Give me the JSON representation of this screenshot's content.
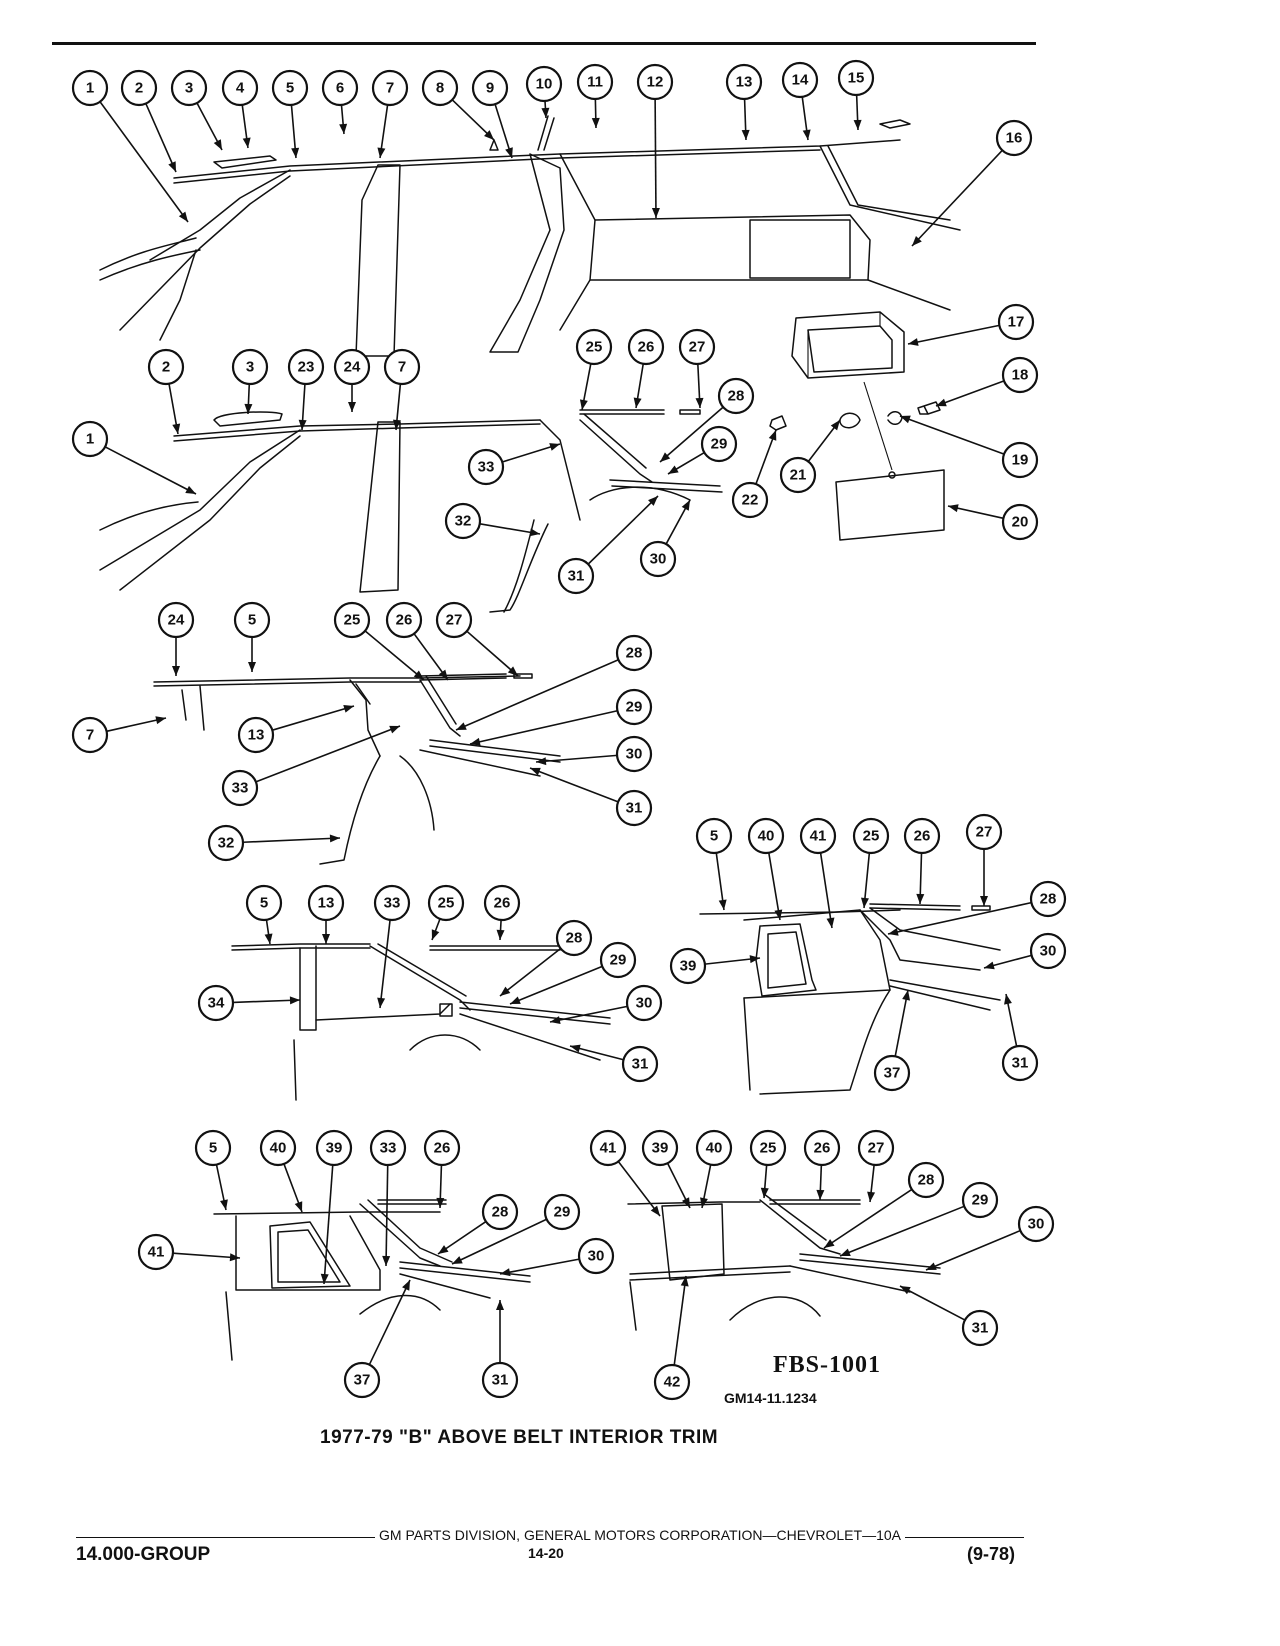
{
  "figure": {
    "code": "FBS-1001",
    "reference": "GM14-11.1234",
    "title": "1977-79 \"B\" ABOVE BELT INTERIOR TRIM"
  },
  "footer": {
    "publisher": "GM PARTS DIVISION, GENERAL MOTORS CORPORATION—CHEVROLET—10A",
    "group": "14.000-GROUP",
    "page": "14-20",
    "date": "(9-78)"
  },
  "views": [
    {
      "id": "view-1",
      "callouts": [
        "1",
        "2",
        "3",
        "4",
        "5",
        "6",
        "7",
        "8",
        "9",
        "10",
        "11",
        "12",
        "13",
        "14",
        "15",
        "16",
        "17",
        "18",
        "19",
        "20",
        "21",
        "22"
      ]
    },
    {
      "id": "view-2",
      "callouts": [
        "2",
        "3",
        "23",
        "24",
        "7",
        "1",
        "25",
        "26",
        "27",
        "28",
        "29",
        "33",
        "32",
        "31",
        "30"
      ]
    },
    {
      "id": "view-3",
      "callouts": [
        "24",
        "5",
        "7",
        "13",
        "25",
        "26",
        "27",
        "28",
        "29",
        "30",
        "31",
        "33",
        "32"
      ]
    },
    {
      "id": "view-4",
      "callouts": [
        "5",
        "13",
        "33",
        "25",
        "26",
        "28",
        "29",
        "30",
        "31",
        "34"
      ]
    },
    {
      "id": "view-5",
      "callouts": [
        "5",
        "40",
        "41",
        "25",
        "26",
        "27",
        "28",
        "30",
        "31",
        "37",
        "39"
      ]
    },
    {
      "id": "view-6",
      "callouts": [
        "5",
        "40",
        "39",
        "33",
        "26",
        "28",
        "29",
        "30",
        "31",
        "37",
        "41"
      ]
    },
    {
      "id": "view-7",
      "callouts": [
        "41",
        "39",
        "40",
        "25",
        "26",
        "27",
        "28",
        "29",
        "30",
        "31",
        "42"
      ]
    }
  ]
}
